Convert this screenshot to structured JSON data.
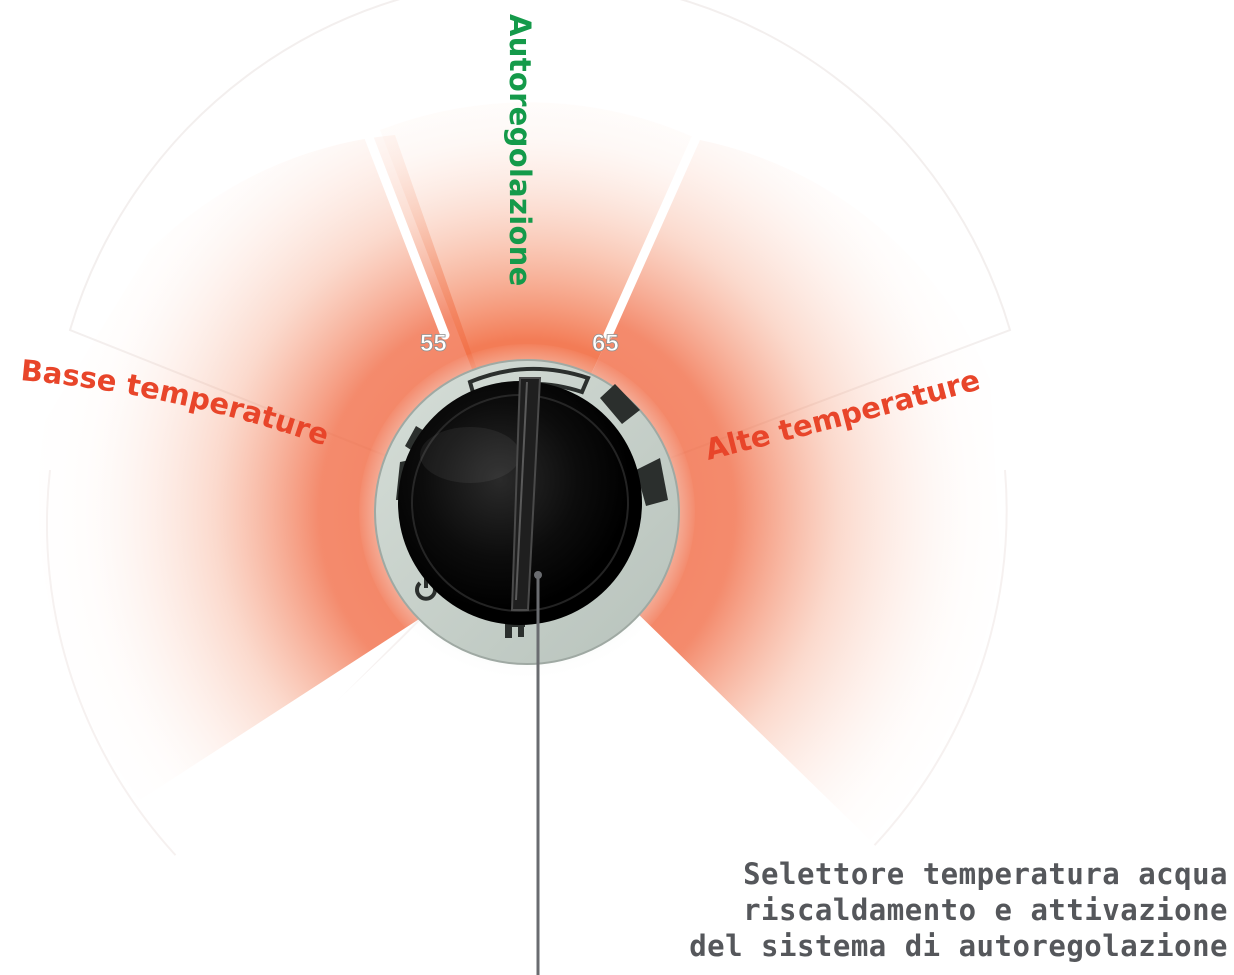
{
  "labels": {
    "center_mode": "Autoregolazione",
    "low_range": "Basse temperature",
    "high_range": "Alte temperature",
    "tick_low": "55",
    "tick_high": "65"
  },
  "caption": {
    "line1": "Selettore temperatura acqua",
    "line2": "riscaldamento e attivazione",
    "line3": "del sistema di autoregolazione"
  },
  "colors": {
    "heat": "#f0643c",
    "green_label": "#149a4a",
    "red_label": "#e8452a",
    "dial_ring": "#c7d1cb",
    "knob": "#0b0b0b",
    "caption": "#55575b"
  },
  "icons": {
    "bottom_left": "power-icon",
    "bottom_center": "tap-icon"
  }
}
